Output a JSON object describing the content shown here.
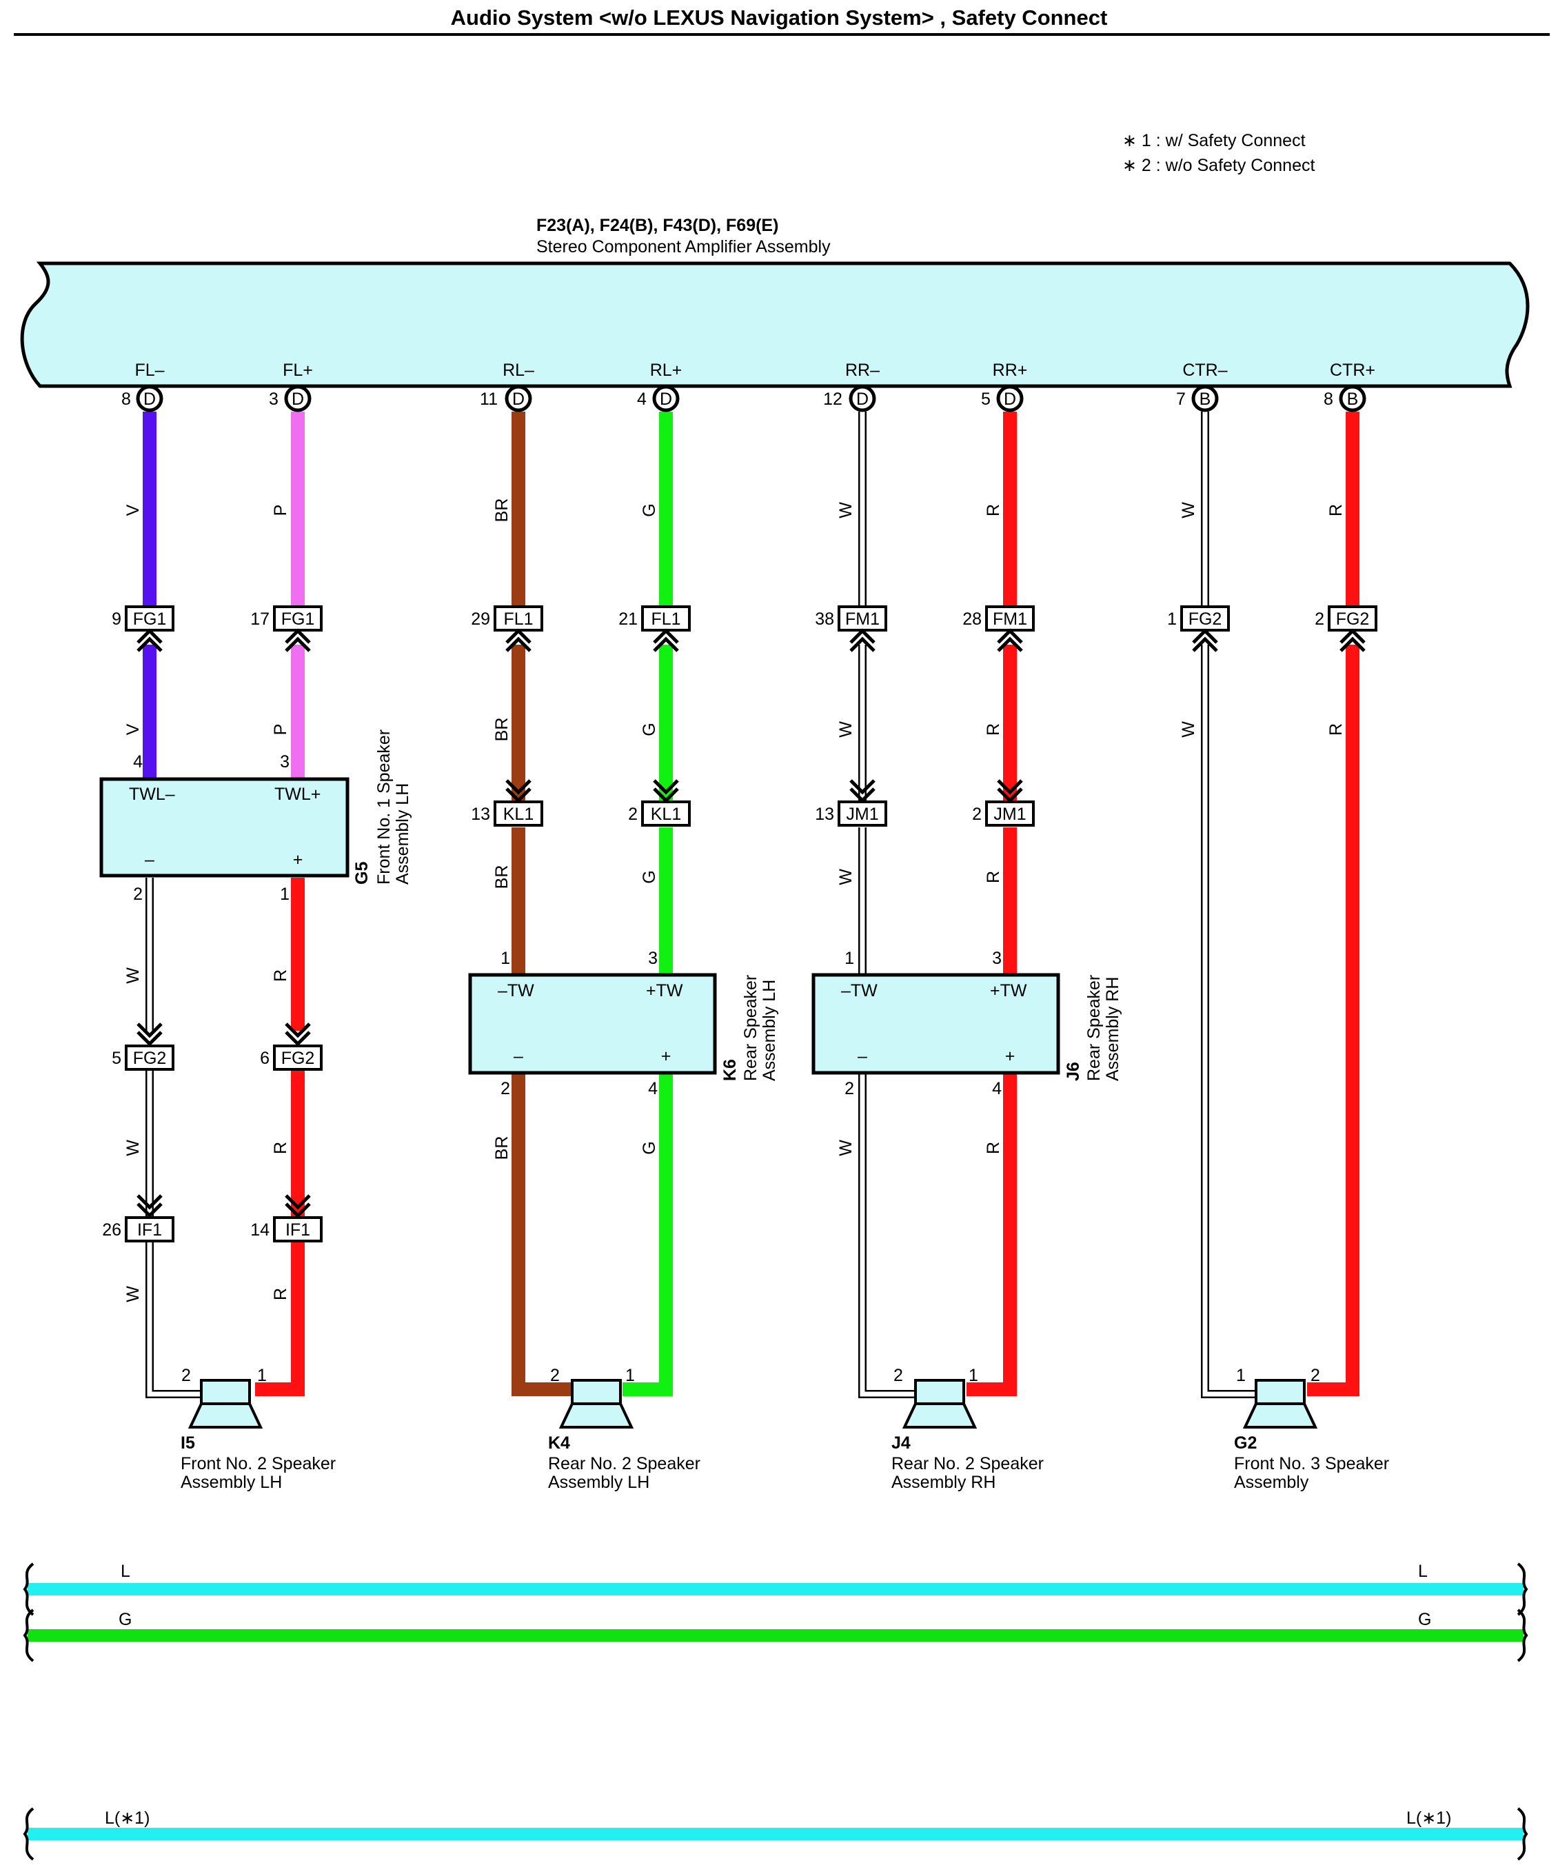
{
  "title": "Audio System <w/o LEXUS Navigation System> , Safety Connect",
  "notes": [
    "∗ 1 : w/ Safety Connect",
    "∗ 2 : w/o Safety Connect"
  ],
  "amplifier": {
    "code": "F23(A), F24(B), F43(D), F69(E)",
    "name": "Stereo Component Amplifier Assembly",
    "terminals": [
      {
        "label": "FL–",
        "pin": "8",
        "conn": "D"
      },
      {
        "label": "FL+",
        "pin": "3",
        "conn": "D"
      },
      {
        "label": "RL–",
        "pin": "11",
        "conn": "D"
      },
      {
        "label": "RL+",
        "pin": "4",
        "conn": "D"
      },
      {
        "label": "RR–",
        "pin": "12",
        "conn": "D"
      },
      {
        "label": "RR+",
        "pin": "5",
        "conn": "D"
      },
      {
        "label": "CTR–",
        "pin": "7",
        "conn": "B"
      },
      {
        "label": "CTR+",
        "pin": "8",
        "conn": "B"
      }
    ]
  },
  "wires": {
    "fl_minus": {
      "color": "V",
      "hex": "#5511ee"
    },
    "fl_plus": {
      "color": "P",
      "hex": "#f06ef0"
    },
    "rl_minus": {
      "color": "BR",
      "hex": "#9b3c12"
    },
    "rl_plus": {
      "color": "G",
      "hex": "#11f011"
    },
    "w": {
      "color": "W",
      "hex": "#ffffff"
    },
    "r": {
      "color": "R",
      "hex": "#ff1111"
    }
  },
  "connectors": {
    "fg1_9": {
      "pin": "9",
      "name": "FG1"
    },
    "fg1_17": {
      "pin": "17",
      "name": "FG1"
    },
    "fl1_29": {
      "pin": "29",
      "name": "FL1"
    },
    "fl1_21": {
      "pin": "21",
      "name": "FL1"
    },
    "fm1_38": {
      "pin": "38",
      "name": "FM1"
    },
    "fm1_28": {
      "pin": "28",
      "name": "FM1"
    },
    "fg2_1": {
      "pin": "1",
      "name": "FG2"
    },
    "fg2_2": {
      "pin": "2",
      "name": "FG2"
    },
    "kl1_13": {
      "pin": "13",
      "name": "KL1"
    },
    "kl1_2": {
      "pin": "2",
      "name": "KL1"
    },
    "jm1_13": {
      "pin": "13",
      "name": "JM1"
    },
    "jm1_2": {
      "pin": "2",
      "name": "JM1"
    },
    "fg2_5": {
      "pin": "5",
      "name": "FG2"
    },
    "fg2_6": {
      "pin": "6",
      "name": "FG2"
    },
    "if1_26": {
      "pin": "26",
      "name": "IF1"
    },
    "if1_14": {
      "pin": "14",
      "name": "IF1"
    }
  },
  "tweeters": {
    "g5": {
      "code": "G5",
      "name1": "Front No. 1 Speaker",
      "name2": "Assembly LH",
      "left": "TWL–",
      "right": "TWL+",
      "minus": "–",
      "plus": "+",
      "pin_top_l": "4",
      "pin_top_r": "3",
      "pin_bot_l": "2",
      "pin_bot_r": "1"
    },
    "k6": {
      "code": "K6",
      "name1": "Rear Speaker",
      "name2": "Assembly LH",
      "left": "–TW",
      "right": "+TW",
      "minus": "–",
      "plus": "+",
      "pin_top_l": "1",
      "pin_top_r": "3",
      "pin_bot_l": "2",
      "pin_bot_r": "4"
    },
    "j6": {
      "code": "J6",
      "name1": "Rear Speaker",
      "name2": "Assembly RH",
      "left": "–TW",
      "right": "+TW",
      "minus": "–",
      "plus": "+",
      "pin_top_l": "1",
      "pin_top_r": "3",
      "pin_bot_l": "2",
      "pin_bot_r": "4"
    }
  },
  "speakers": {
    "i5": {
      "code": "I5",
      "name1": "Front No.  2 Speaker",
      "name2": "Assembly LH",
      "pin_l": "2",
      "pin_r": "1"
    },
    "k4": {
      "code": "K4",
      "name1": "Rear No.  2 Speaker",
      "name2": "Assembly LH",
      "pin_l": "2",
      "pin_r": "1"
    },
    "j4": {
      "code": "J4",
      "name1": "Rear No.  2 Speaker",
      "name2": "Assembly RH",
      "pin_l": "2",
      "pin_r": "1"
    },
    "g2": {
      "code": "G2",
      "name1": "Front No.  3 Speaker",
      "name2": "Assembly",
      "pin_l": "1",
      "pin_r": "2"
    }
  },
  "buses": [
    {
      "label": "L",
      "hex": "#22f0f0"
    },
    {
      "label": "G",
      "hex": "#11e011"
    },
    {
      "label": "L(∗1)",
      "hex": "#22f0f0"
    }
  ]
}
